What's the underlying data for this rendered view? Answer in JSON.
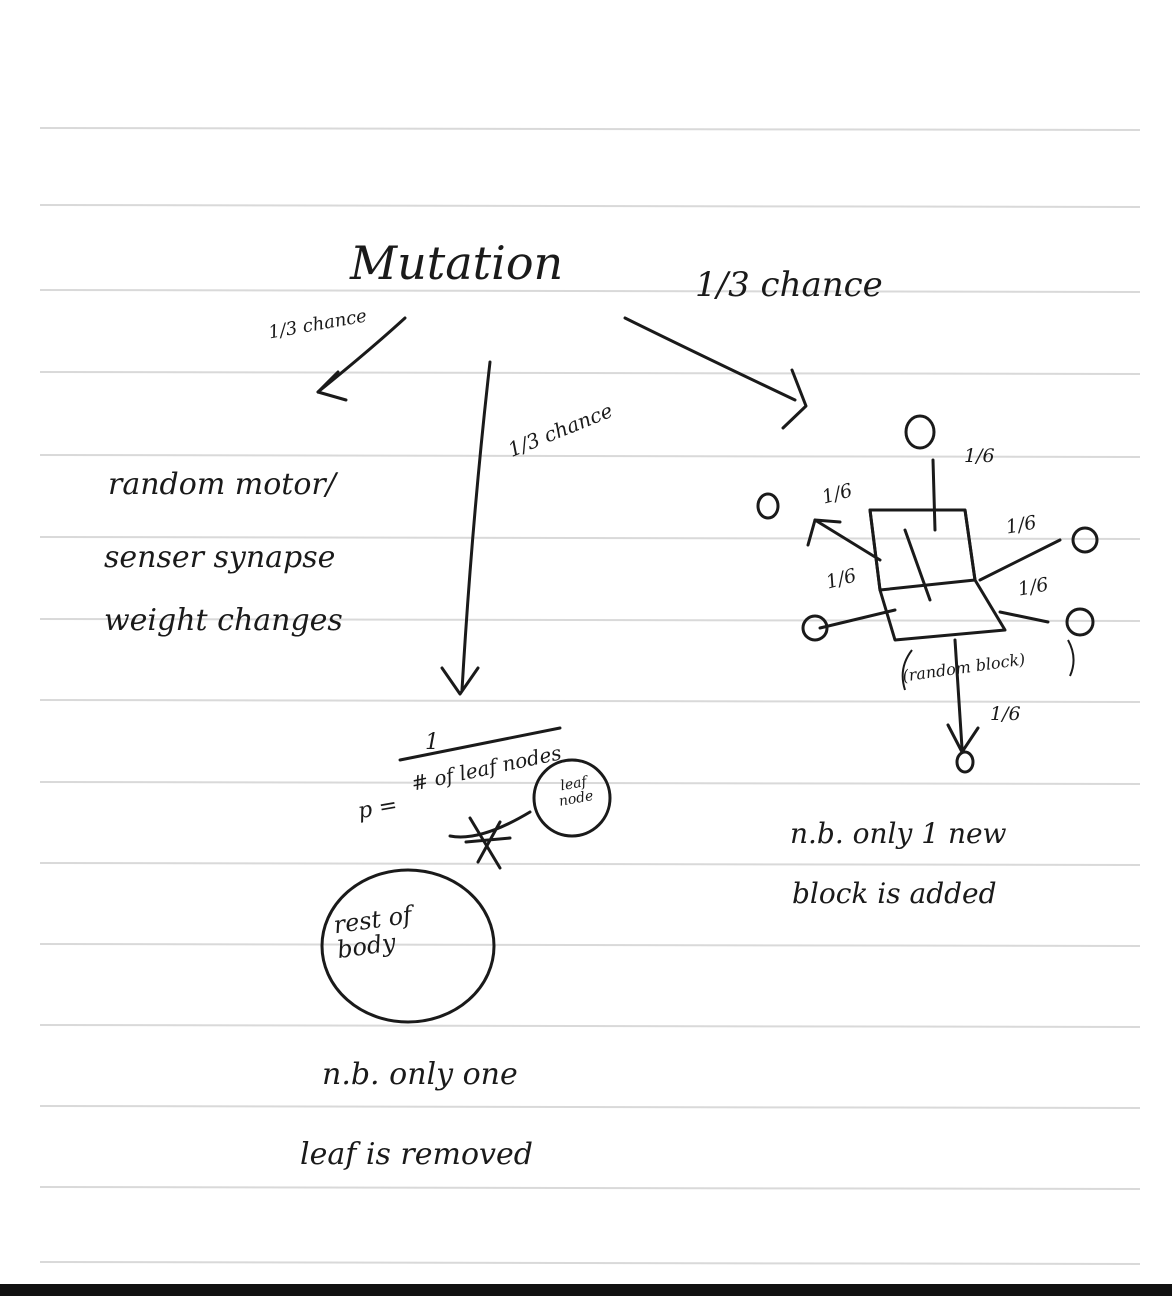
{
  "diagram": {
    "title": "Mutation",
    "branches": {
      "left": {
        "probability": "1/3 chance",
        "lines": [
          "random motor/",
          "senser synapse",
          "weight changes"
        ]
      },
      "middle": {
        "probability": "1/3 chance",
        "formula_p": "p =",
        "formula_numerator": "1",
        "formula_denominator": "# of leaf nodes",
        "leaf_label": "leaf node",
        "body_label": "rest of body",
        "note_line1": "n.b. only one",
        "note_line2": "leaf is removed"
      },
      "right": {
        "probability": "1/3 chance",
        "direction_probs": [
          "1/6",
          "1/6",
          "1/6",
          "1/6",
          "1/6",
          "1/6"
        ],
        "block_label": "(random block)",
        "note_line1": "n.b. only 1 new",
        "note_line2": "block is added"
      }
    }
  },
  "colors": {
    "ink": "#1a1a1a",
    "rule_line": "#d9d9d9",
    "paper": "#ffffff"
  }
}
